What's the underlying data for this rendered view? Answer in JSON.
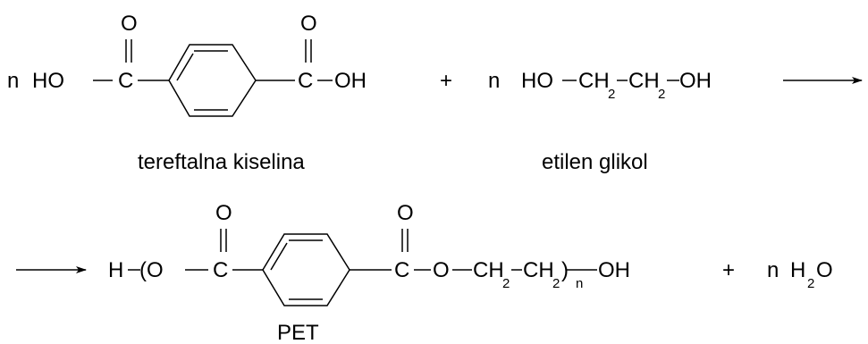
{
  "reaction": {
    "reactant1": {
      "coef": "n",
      "ho": "HO",
      "c1": "C",
      "o1": "O",
      "c2": "C",
      "o2": "O",
      "oh": "OH",
      "name": "tereftalna kiselina"
    },
    "plus": "+",
    "reactant2": {
      "coef": "n",
      "ho": "HO",
      "ch": "CH",
      "sub": "2",
      "oh": "OH",
      "name": "etilen glikol"
    },
    "product": {
      "h": "H",
      "paren_open": "(O",
      "c1": "C",
      "o1": "O",
      "c2": "C",
      "o2": "O",
      "o_link": "O",
      "ch": "CH",
      "sub": "2",
      "paren_close": ")",
      "n": "n",
      "oh": "OH",
      "name": "PET"
    },
    "plus2": "+",
    "water": {
      "coef": "n",
      "h": "H",
      "sub": "2",
      "o": "O"
    }
  }
}
